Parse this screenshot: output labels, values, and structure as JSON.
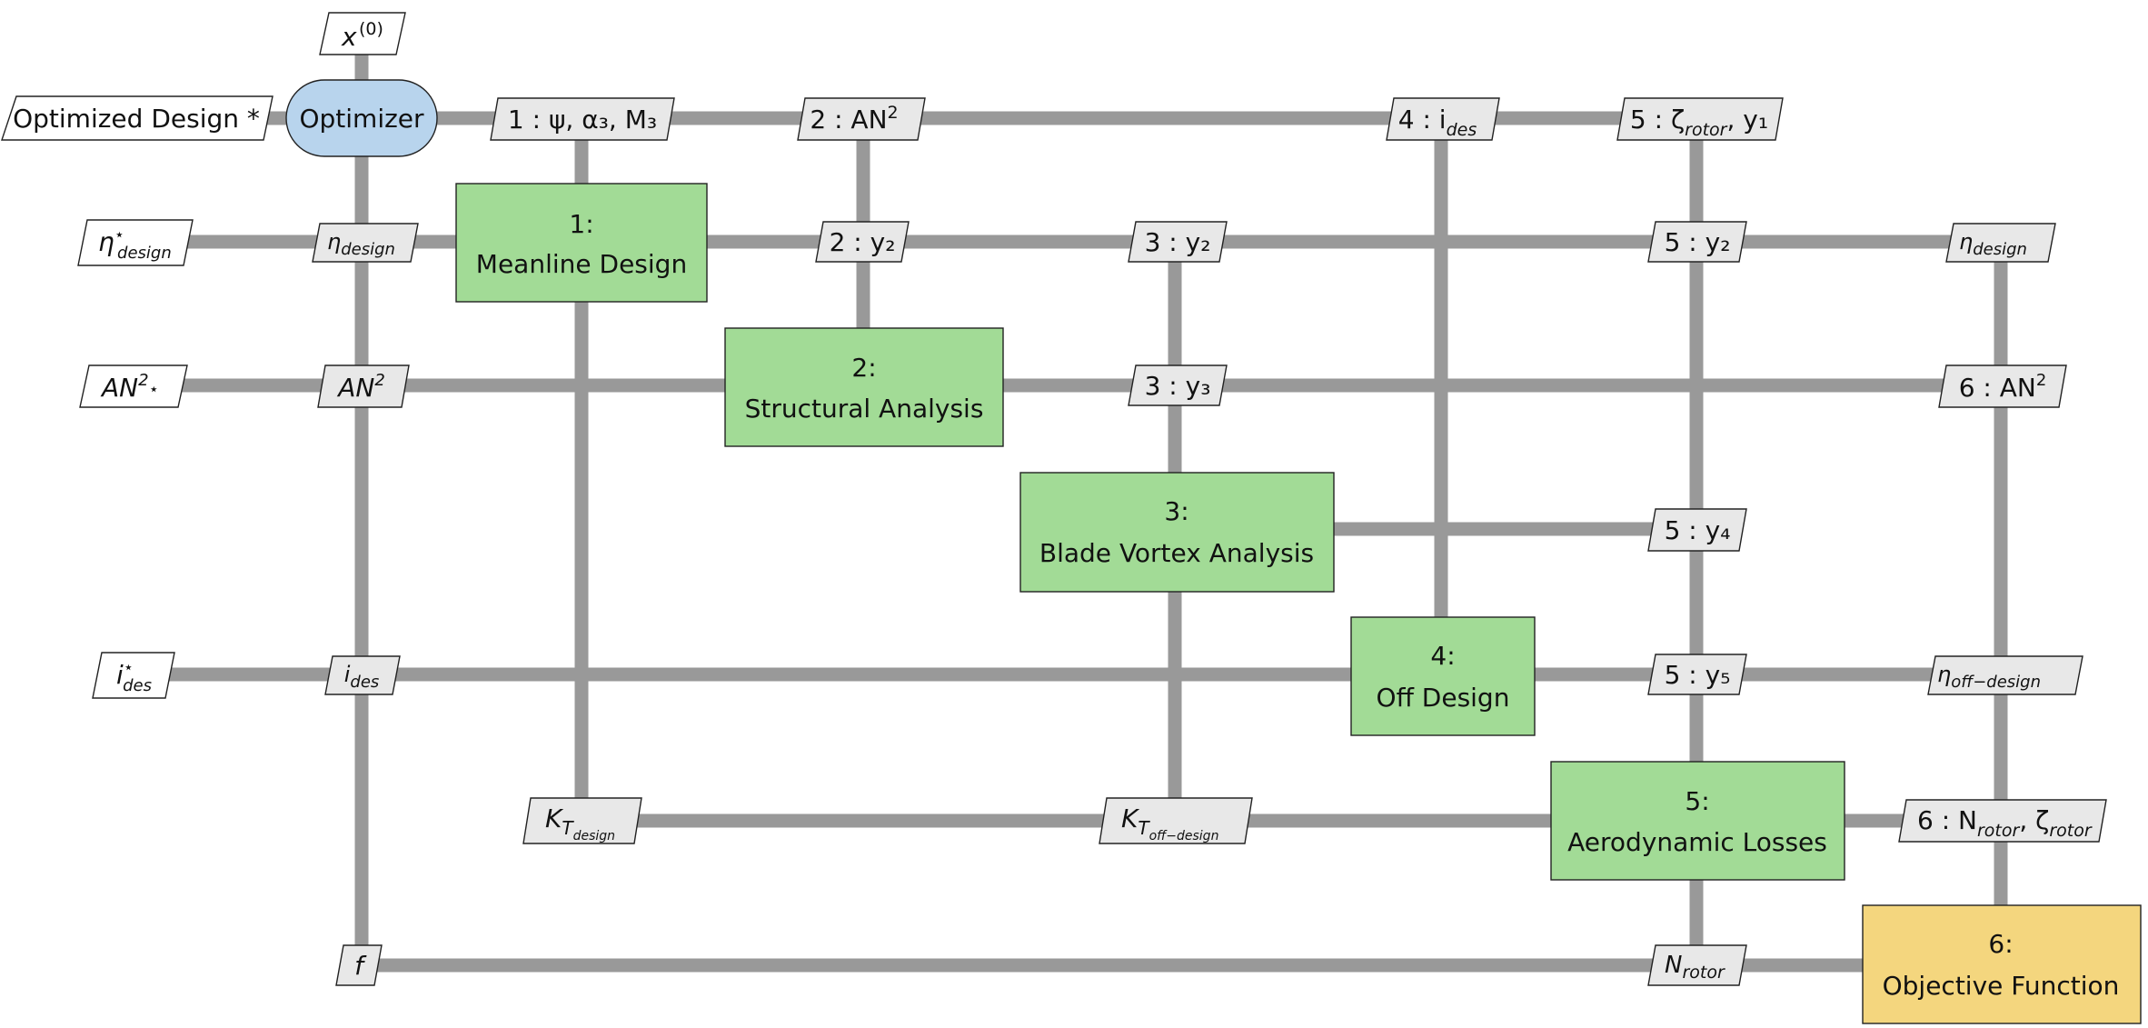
{
  "top_input": "x",
  "top_input_sup": "(0)",
  "optimizer": "Optimizer",
  "optimized_design": "Optimized Design *",
  "components": {
    "c1": {
      "num": "1:",
      "name": "Meanline Design"
    },
    "c2": {
      "num": "2:",
      "name": "Structural Analysis"
    },
    "c3": {
      "num": "3:",
      "name": "Blade Vortex Analysis"
    },
    "c4": {
      "num": "4:",
      "name": "Off Design"
    },
    "c5": {
      "num": "5:",
      "name": "Aerodynamic Losses"
    },
    "c6": {
      "num": "6:",
      "name": "Objective Function"
    }
  },
  "inputs": {
    "eta": {
      "base": "η",
      "sup": "⋆",
      "sub": "design"
    },
    "an2": {
      "base": "AN",
      "sup": "2",
      "star": "⋆"
    },
    "ides": {
      "base": "i",
      "sup": "⋆",
      "sub": "des"
    }
  },
  "row0": {
    "to1": "1 : ψ, α₃, M₃",
    "to2": "2 : AN",
    "to2_sup": "2",
    "to4": "4 : i",
    "to4_sub": "des",
    "to5": "5 : ζ",
    "to5_sub": "rotor",
    "to5_tail": ", y₁"
  },
  "row1": {
    "opt": "η",
    "opt_sub": "design",
    "to2": "2 : y₂",
    "to3": "3 : y₂",
    "to5": "5 : y₂",
    "to6": "η",
    "to6_sub": "design"
  },
  "row2": {
    "opt": "AN",
    "opt_sup": "2",
    "to3": "3 : y₃",
    "to6": "6 : AN",
    "to6_sup": "2"
  },
  "row3": {
    "to5": "5 : y₄"
  },
  "row4": {
    "opt": "i",
    "opt_sub": "des",
    "to5": "5 : y₅",
    "to6": "η",
    "to6_sub": "off−design"
  },
  "row5": {
    "c1": "K",
    "c1_sub": "T",
    "c1_subsub": "design",
    "c3": "K",
    "c3_sub": "T",
    "c3_subsub": "off−design",
    "to6": "6 : N",
    "to6_sub": "rotor",
    "to6_tail": ", ζ",
    "to6_sub2": "rotor"
  },
  "row6": {
    "opt": "f",
    "c5": "N",
    "c5_sub": "rotor"
  },
  "colors": {
    "connector": "#999999",
    "component": "#a2db96",
    "optimizer": "#b8d4ed",
    "objective": "#f4d67e",
    "data_box": "#e8e8e8"
  }
}
